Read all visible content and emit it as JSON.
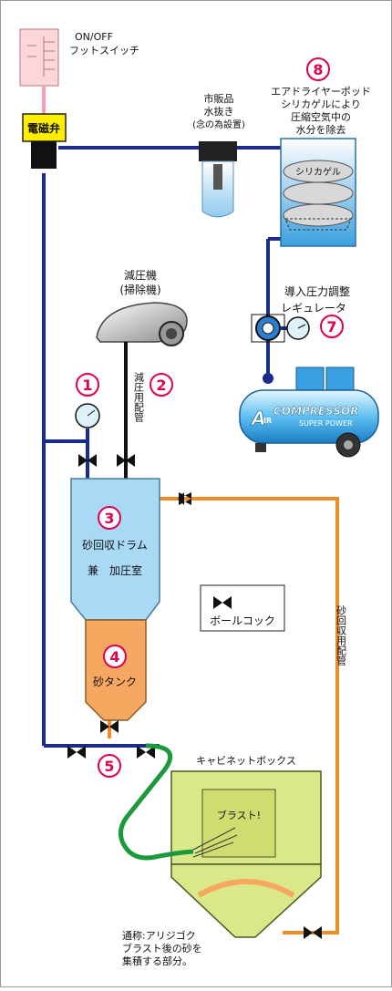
{
  "switch": {
    "label_line1": "ON/OFF",
    "label_line2": "フットスイッチ"
  },
  "solenoid": {
    "label": "電磁弁"
  },
  "filter": {
    "label_line1": "市販品",
    "label_line2": "水抜き",
    "label_line3": "(念の為設置)"
  },
  "dryer": {
    "number": "8",
    "label_line1": "エアドライヤーポッド",
    "label_line2": "シリカゲルにより",
    "label_line3": "圧縮空気中の",
    "label_line4": "水分を除去",
    "inner_label": "シリカゲル"
  },
  "regulator": {
    "number": "7",
    "label_line1": "導入圧力調整",
    "label_line2": "レギュレータ"
  },
  "compressor": {
    "brand_a": "A",
    "brand_ir": "IR",
    "brand_word": "COMPRESSOR",
    "brand_sub": "SUPER POWER"
  },
  "vacuum": {
    "label_line1": "減圧機",
    "label_line2": "(掃除機)"
  },
  "gauge1": {
    "number": "1"
  },
  "vacuum_pipe": {
    "number": "2",
    "label": "減圧用配管"
  },
  "drum": {
    "number": "3",
    "label_line1": "砂回収ドラム",
    "label_line2": "兼　加圧室"
  },
  "legend": {
    "label": "ボールコック"
  },
  "sand_tank": {
    "number": "4",
    "label": "砂タンク"
  },
  "valve5": {
    "number": "5"
  },
  "recovery_pipe": {
    "label": "砂回収用配管"
  },
  "cabinet": {
    "label": "キャビネットボックス",
    "window_label": "ブラスト!",
    "hopper_note_line1": "通称:アリジゴク",
    "hopper_note_line2": "ブラスト後の砂を",
    "hopper_note_line3": "集積する部分。"
  },
  "colors": {
    "air_line": "#1c2a8c",
    "sand_line": "#f08c28",
    "hose": "#1a9a3a",
    "drum": "#a9d9f4",
    "tank": "#f6a860",
    "cabinet": "#dbe88a",
    "accent": "#e0004f",
    "solenoid": "#ffee00"
  }
}
